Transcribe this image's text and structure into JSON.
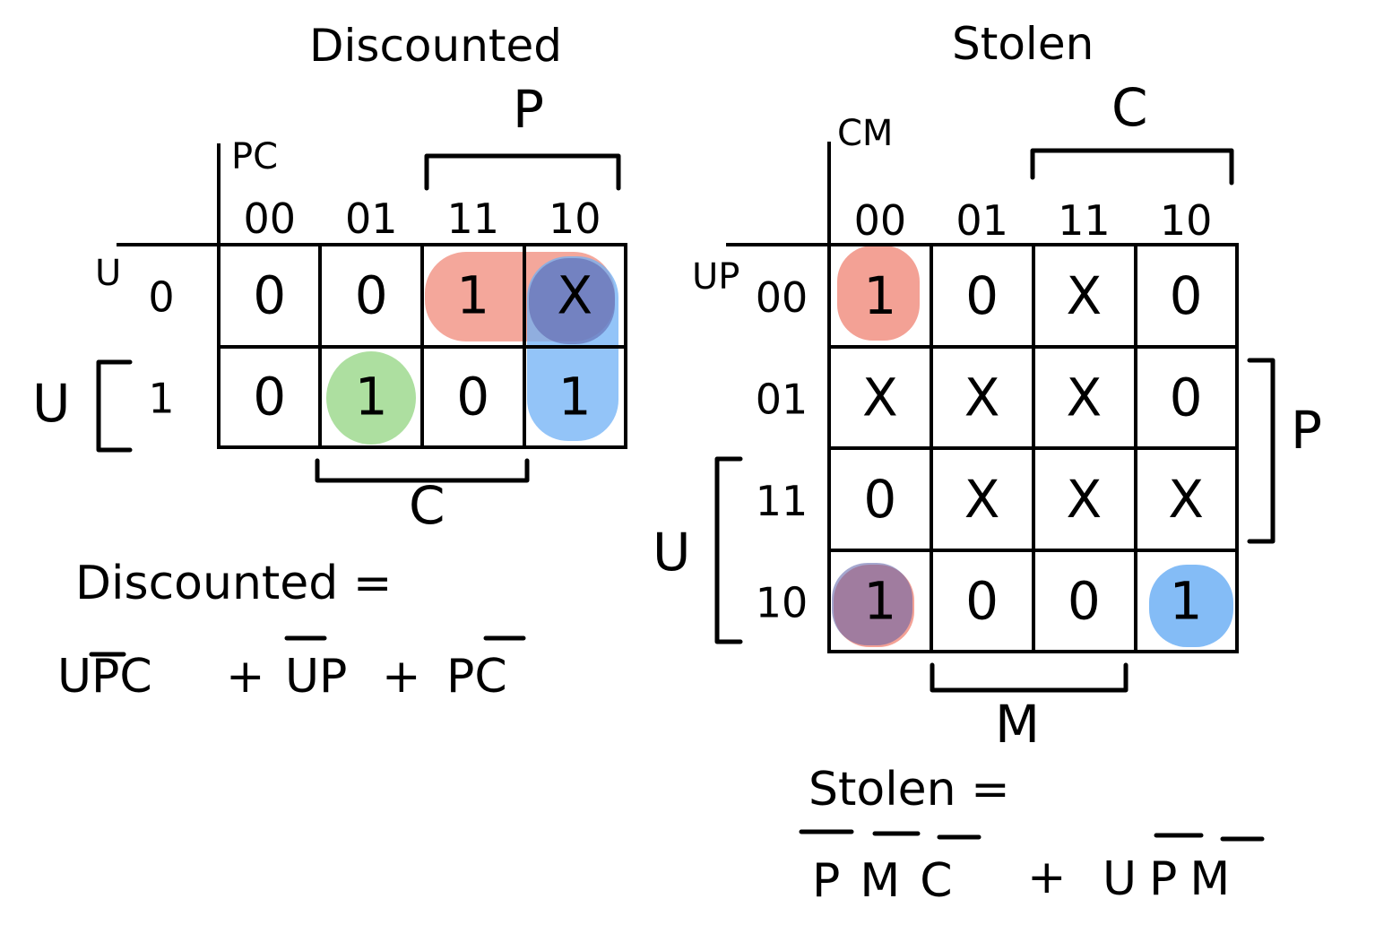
{
  "discounted": {
    "title": "Discounted",
    "col_var_label": "PC",
    "row_var_label": "U",
    "col_headers": [
      "00",
      "01",
      "11",
      "10"
    ],
    "row_headers": [
      "0",
      "1"
    ],
    "cells": [
      [
        "0",
        "0",
        "1",
        "X"
      ],
      [
        "0",
        "1",
        "0",
        "1"
      ]
    ],
    "top_brace_label": "P",
    "bottom_brace_label": "C",
    "left_brace_label": "U",
    "equation_lhs": "Discounted =",
    "equation_terms": [
      {
        "text": "UPC",
        "bar": "P"
      },
      {
        "text": "UP",
        "bar": "U"
      },
      {
        "text": "PC",
        "bar": "C"
      }
    ],
    "plus": "+"
  },
  "stolen": {
    "title": "Stolen",
    "col_var_label": "CM",
    "row_var_label": "UP",
    "col_headers": [
      "00",
      "01",
      "11",
      "10"
    ],
    "row_headers": [
      "00",
      "01",
      "11",
      "10"
    ],
    "cells": [
      [
        "1",
        "0",
        "X",
        "0"
      ],
      [
        "X",
        "X",
        "X",
        "0"
      ],
      [
        "0",
        "X",
        "X",
        "X"
      ],
      [
        "1",
        "0",
        "0",
        "1"
      ]
    ],
    "top_brace_label": "C",
    "bottom_brace_label": "M",
    "left_brace_label": "U",
    "right_brace_label": "P",
    "equation_lhs": "Stolen =",
    "equation_terms": [
      {
        "text": "PMC",
        "bar": "PMC"
      },
      {
        "text": "UPM",
        "bar": "PM"
      }
    ],
    "plus": "+"
  },
  "colors": {
    "red": "#f08a7a",
    "blue": "#6fb0f5",
    "green": "#9fd98f",
    "overlap": "#7e7fbf"
  }
}
